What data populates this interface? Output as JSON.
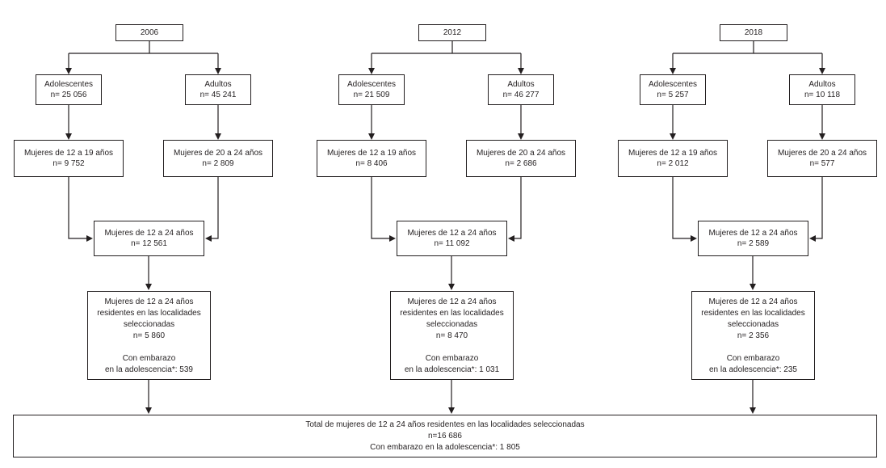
{
  "colors": {
    "border": "#231f20",
    "text": "#231f20",
    "background": "#ffffff"
  },
  "columns": [
    {
      "year": "2006",
      "adolescentes": {
        "label": "Adolescentes",
        "n": "n= 25 056"
      },
      "adultos": {
        "label": "Adultos",
        "n": "n= 45 241"
      },
      "mujeres_12_19": {
        "label": "Mujeres de 12 a 19 años",
        "n": "n= 9 752"
      },
      "mujeres_20_24": {
        "label": "Mujeres de 20 a 24 años",
        "n": "n= 2 809"
      },
      "mujeres_12_24": {
        "label": "Mujeres de 12 a 24 años",
        "n": "n= 12 561"
      },
      "residentes": {
        "line1": "Mujeres de 12 a 24 años",
        "line2": "residentes en las localidades",
        "line3": "seleccionadas",
        "n": "n= 5 860",
        "embarazo_line1": "Con embarazo",
        "embarazo_line2": "en la adolescencia*: 539"
      }
    },
    {
      "year": "2012",
      "adolescentes": {
        "label": "Adolescentes",
        "n": "n= 21 509"
      },
      "adultos": {
        "label": "Adultos",
        "n": "n= 46 277"
      },
      "mujeres_12_19": {
        "label": "Mujeres de 12 a 19 años",
        "n": "n= 8 406"
      },
      "mujeres_20_24": {
        "label": "Mujeres de 20 a 24 años",
        "n": "n= 2 686"
      },
      "mujeres_12_24": {
        "label": "Mujeres de 12 a 24 años",
        "n": "n= 11 092"
      },
      "residentes": {
        "line1": "Mujeres de 12 a 24 años",
        "line2": "residentes en las localidades",
        "line3": "seleccionadas",
        "n": "n= 8 470",
        "embarazo_line1": "Con embarazo",
        "embarazo_line2": "en la adolescencia*: 1 031"
      }
    },
    {
      "year": "2018",
      "adolescentes": {
        "label": "Adolescentes",
        "n": "n= 5 257"
      },
      "adultos": {
        "label": "Adultos",
        "n": "n= 10 118"
      },
      "mujeres_12_19": {
        "label": "Mujeres de 12 a 19 años",
        "n": "n= 2 012"
      },
      "mujeres_20_24": {
        "label": "Mujeres de 20 a 24 años",
        "n": "n= 577"
      },
      "mujeres_12_24": {
        "label": "Mujeres de 12 a 24 años",
        "n": "n= 2 589"
      },
      "residentes": {
        "line1": "Mujeres de 12 a 24 años",
        "line2": "residentes en las localidades",
        "line3": "seleccionadas",
        "n": "n= 2 356",
        "embarazo_line1": "Con embarazo",
        "embarazo_line2": "en la adolescencia*: 235"
      }
    }
  ],
  "total": {
    "line1": "Total de mujeres de 12 a 24 años residentes en las localidades seleccionadas",
    "line2": "n=16 686",
    "line3": "Con embarazo en la adolescencia*: 1 805"
  }
}
